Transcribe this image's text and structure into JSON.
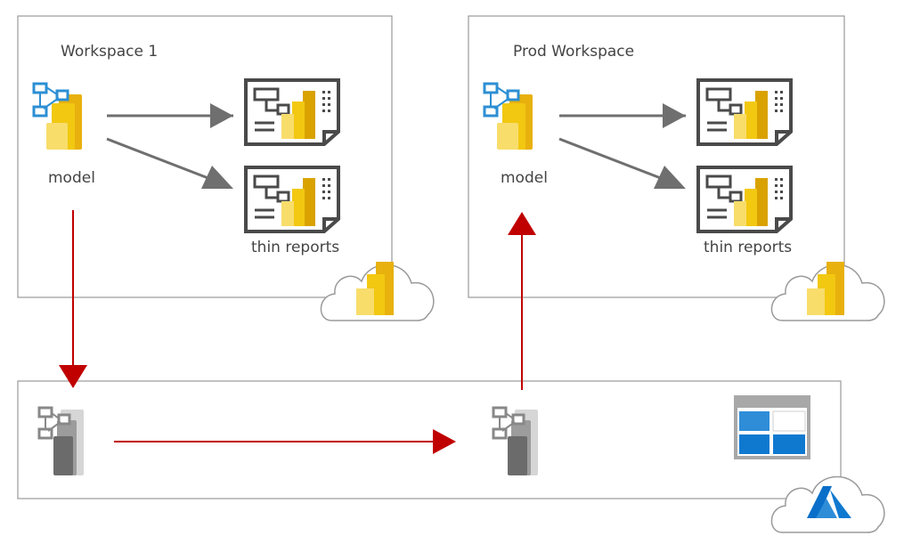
{
  "workspaces": [
    {
      "title": "Workspace 1",
      "model_label": "model",
      "reports_label": "thin reports"
    },
    {
      "title": "Prod Workspace",
      "model_label": "model",
      "reports_label": "thin reports"
    }
  ],
  "icons": {
    "dataset": "powerbi-dataset-icon",
    "report": "powerbi-report-icon",
    "cloud": "powerbi-cloud-icon",
    "storage": "azure-storage-icon",
    "azure_cloud": "azure-cloud-icon",
    "file": "dataset-file-icon"
  },
  "colors": {
    "gray_arrow": "#6f6f6f",
    "red_arrow": "#c00000",
    "box_border": "#9a9a9a",
    "gold": "#f2c811",
    "azure_blue": "#0f79d0"
  }
}
